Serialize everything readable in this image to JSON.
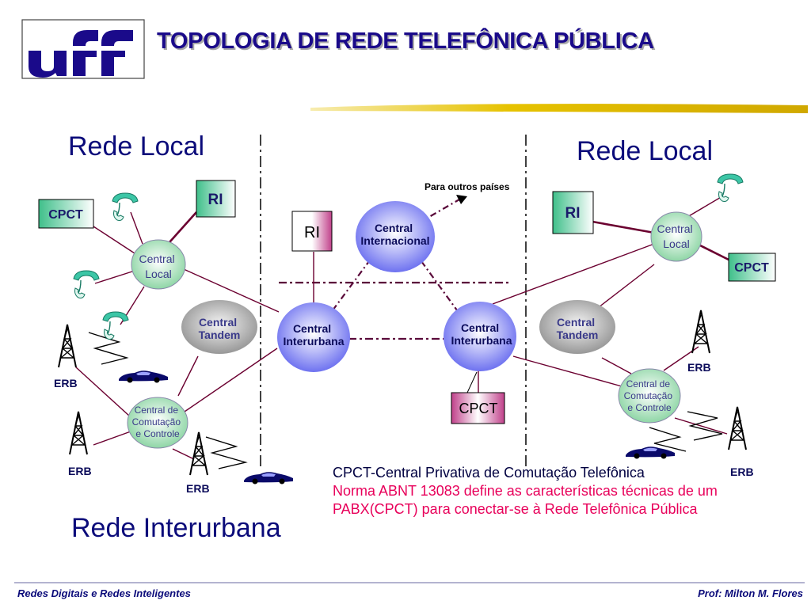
{
  "title": "TOPOLOGIA DE REDE TELEFÔNICA PÚBLICA",
  "logo": {
    "text": "uff"
  },
  "sections": {
    "left_local": "Rede Local",
    "right_local": "Rede Local",
    "interurban": "Rede Interurbana"
  },
  "nodes": {
    "ri_left": "RI",
    "cpct_left": "CPCT",
    "central_local_left": [
      "Central",
      "Local"
    ],
    "central_tandem_left": [
      "Central",
      "Tandem"
    ],
    "central_comut_left": [
      "Central de",
      "Comutação",
      "e Controle"
    ],
    "central_interurbana_left": [
      "Central",
      "Interurbana"
    ],
    "ri_center": "RI",
    "central_internacional": [
      "Central",
      "Internacional"
    ],
    "para_outros_paises": "Para outros países",
    "central_interurbana_right": [
      "Central",
      "Interurbana"
    ],
    "cpct_center": "CPCT",
    "ri_right": "RI",
    "central_local_right": [
      "Central",
      "Local"
    ],
    "cpct_right": "CPCT",
    "central_tandem_right": [
      "Central",
      "Tandem"
    ],
    "central_comut_right": [
      "Central de",
      "Comutação",
      "e Controle"
    ],
    "erb_labels": [
      "ERB",
      "ERB",
      "ERB",
      "ERB",
      "ERB"
    ]
  },
  "legend": {
    "line1": "CPCT-Central Privativa de Comutação Telefônica",
    "line2": "Norma ABNT 13083 define as características técnicas de um PABX(CPCT) para conectar-se à Rede Telefônica Pública"
  },
  "footer": {
    "left": "Redes Digitais e Redes Inteligentes",
    "right": "Prof: Milton M. Flores"
  },
  "colors": {
    "title": "#1a0a8a",
    "legend_red": "#e8005a",
    "link": "#6b0030",
    "green_box": "#3fbf8a",
    "pink_box": "#c0408a"
  }
}
